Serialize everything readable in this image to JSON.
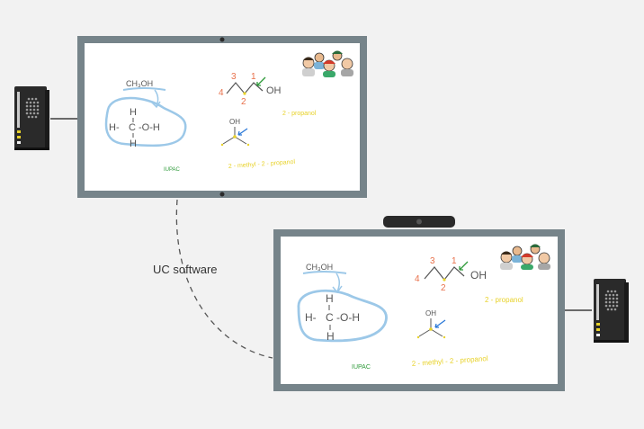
{
  "connection": {
    "label": "UC software"
  },
  "boards": [
    {
      "formula": "CH₃OH",
      "structure": {
        "left": "H-",
        "center": "C",
        "right": "-O-H",
        "top": "H",
        "bottom": "H"
      },
      "chain": {
        "n4": "4",
        "n3": "3",
        "n2": "2",
        "n1": "1",
        "oh": "OH"
      },
      "branch_oh": "OH",
      "name1": "2 - propanol",
      "name2": "2 - methyl - 2 - propanol",
      "iupac": "IUPAC"
    },
    {
      "formula": "CH₃OH",
      "structure": {
        "left": "H-",
        "center": "C",
        "right": "-O-H",
        "top": "H",
        "bottom": "H"
      },
      "chain": {
        "n4": "4",
        "n3": "3",
        "n2": "2",
        "n1": "1",
        "oh": "OH"
      },
      "branch_oh": "OH",
      "name1": "2 - propanol",
      "name2": "2 - methyl - 2 - propanol",
      "iupac": "IUPAC"
    }
  ],
  "colors": {
    "frame": "#76848a",
    "frame_dark": "#4a555a",
    "whiteboard": "#ffffff",
    "ink_gray": "#555555",
    "ink_blue": "#9cc8e8",
    "ink_orange": "#e8704a",
    "ink_yellow": "#e8d22a",
    "ink_green": "#2e9a3a",
    "arrow_blue": "#2a78d8",
    "device": "#2a2a2a"
  }
}
